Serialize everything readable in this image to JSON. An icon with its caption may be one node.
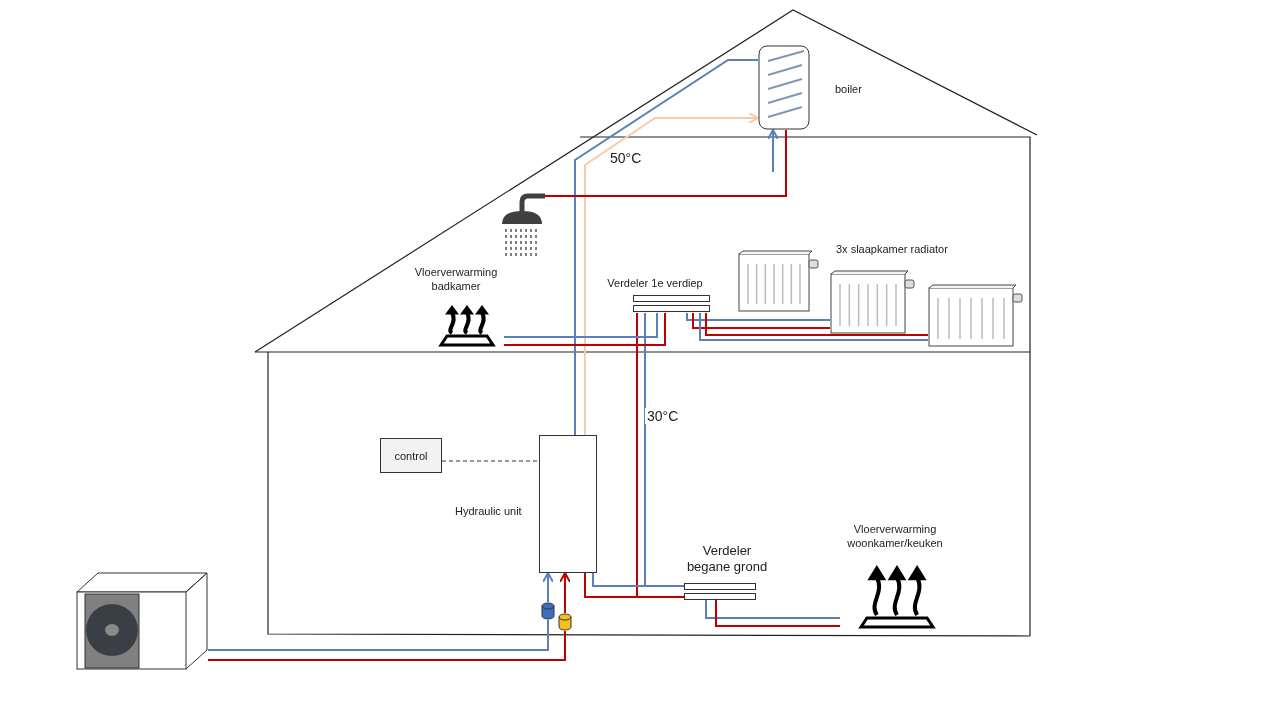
{
  "diagram": {
    "nodes": [
      {
        "text": [],
        "shape": "picture"
      },
      {
        "text": [],
        "shape": "box",
        "beside": [
          "Hydraulic unit"
        ]
      },
      {
        "text": [
          "control"
        ]
      },
      {
        "text": [],
        "shape": "picture",
        "beside": [
          "boiler"
        ]
      },
      {
        "text": [],
        "shape": "picture"
      },
      {
        "text": [
          "Verdeler 1e verdiep"
        ]
      },
      {
        "text": [
          "Vloerverwarming badkamer"
        ]
      },
      {
        "text": [],
        "shape": "picture"
      },
      {
        "text": [],
        "shape": "picture"
      },
      {
        "text": [],
        "shape": "picture"
      },
      {
        "text": [
          "Verdeler begane grond"
        ]
      },
      {
        "text": [
          "Vloerverwarming woonkamer/keuken"
        ]
      },
      {
        "text": [],
        "shape": "cylinder"
      },
      {
        "text": [],
        "shape": "cylinder"
      }
    ],
    "edges": [
      {
        "from": 0,
        "to": 12,
        "arrow": "none",
        "color": "#5b7fb8"
      },
      {
        "from": 12,
        "to": 1,
        "arrow": "to",
        "color": "#5b7fb8"
      },
      {
        "from": 0,
        "to": 13,
        "arrow": "none",
        "color": "#c00000"
      },
      {
        "from": 13,
        "to": 1,
        "arrow": "to",
        "color": "#c00000"
      },
      {
        "from": 1,
        "to": 3,
        "arrow": "to",
        "label": "50°C",
        "color": "#f8cba8"
      },
      {
        "from": 3,
        "to": 1,
        "arrow": "none",
        "color": "#5b7fb8"
      },
      {
        "from": null,
        "to": 3,
        "arrow": "to",
        "color": "#5b7fb8"
      },
      {
        "from": 3,
        "to": 4,
        "arrow": "none",
        "color": "#c00000"
      },
      {
        "from": 1,
        "to": 5,
        "arrow": "none",
        "label": "30°C",
        "color": "#c00000"
      },
      {
        "from": 5,
        "to": 1,
        "arrow": "none",
        "color": "#5b7fb8"
      },
      {
        "from": 1,
        "to": 10,
        "arrow": "none",
        "color": "#c00000"
      },
      {
        "from": 10,
        "to": 1,
        "arrow": "none",
        "color": "#5b7fb8"
      },
      {
        "from": 5,
        "to": 6,
        "arrow": "none",
        "color": "#5b7fb8"
      },
      {
        "from": 5,
        "to": 6,
        "arrow": "none",
        "color": "#c00000"
      },
      {
        "from": 5,
        "to": 8,
        "arrow": "none",
        "color": "#5b7fb8"
      },
      {
        "from": 5,
        "to": 8,
        "arrow": "none",
        "color": "#c00000"
      },
      {
        "from": 5,
        "to": 9,
        "arrow": "none",
        "color": "#5b7fb8"
      },
      {
        "from": 5,
        "to": 9,
        "arrow": "none",
        "color": "#c00000"
      },
      {
        "from": 10,
        "to": 11,
        "arrow": "none",
        "color": "#5b7fb8"
      },
      {
        "from": 10,
        "to": 11,
        "arrow": "none",
        "color": "#c00000"
      },
      {
        "from": 2,
        "to": 1,
        "arrow": "none",
        "style": "dashed",
        "color": "#333333"
      }
    ],
    "labels": [
      "3x slaapkamer radiator"
    ]
  }
}
